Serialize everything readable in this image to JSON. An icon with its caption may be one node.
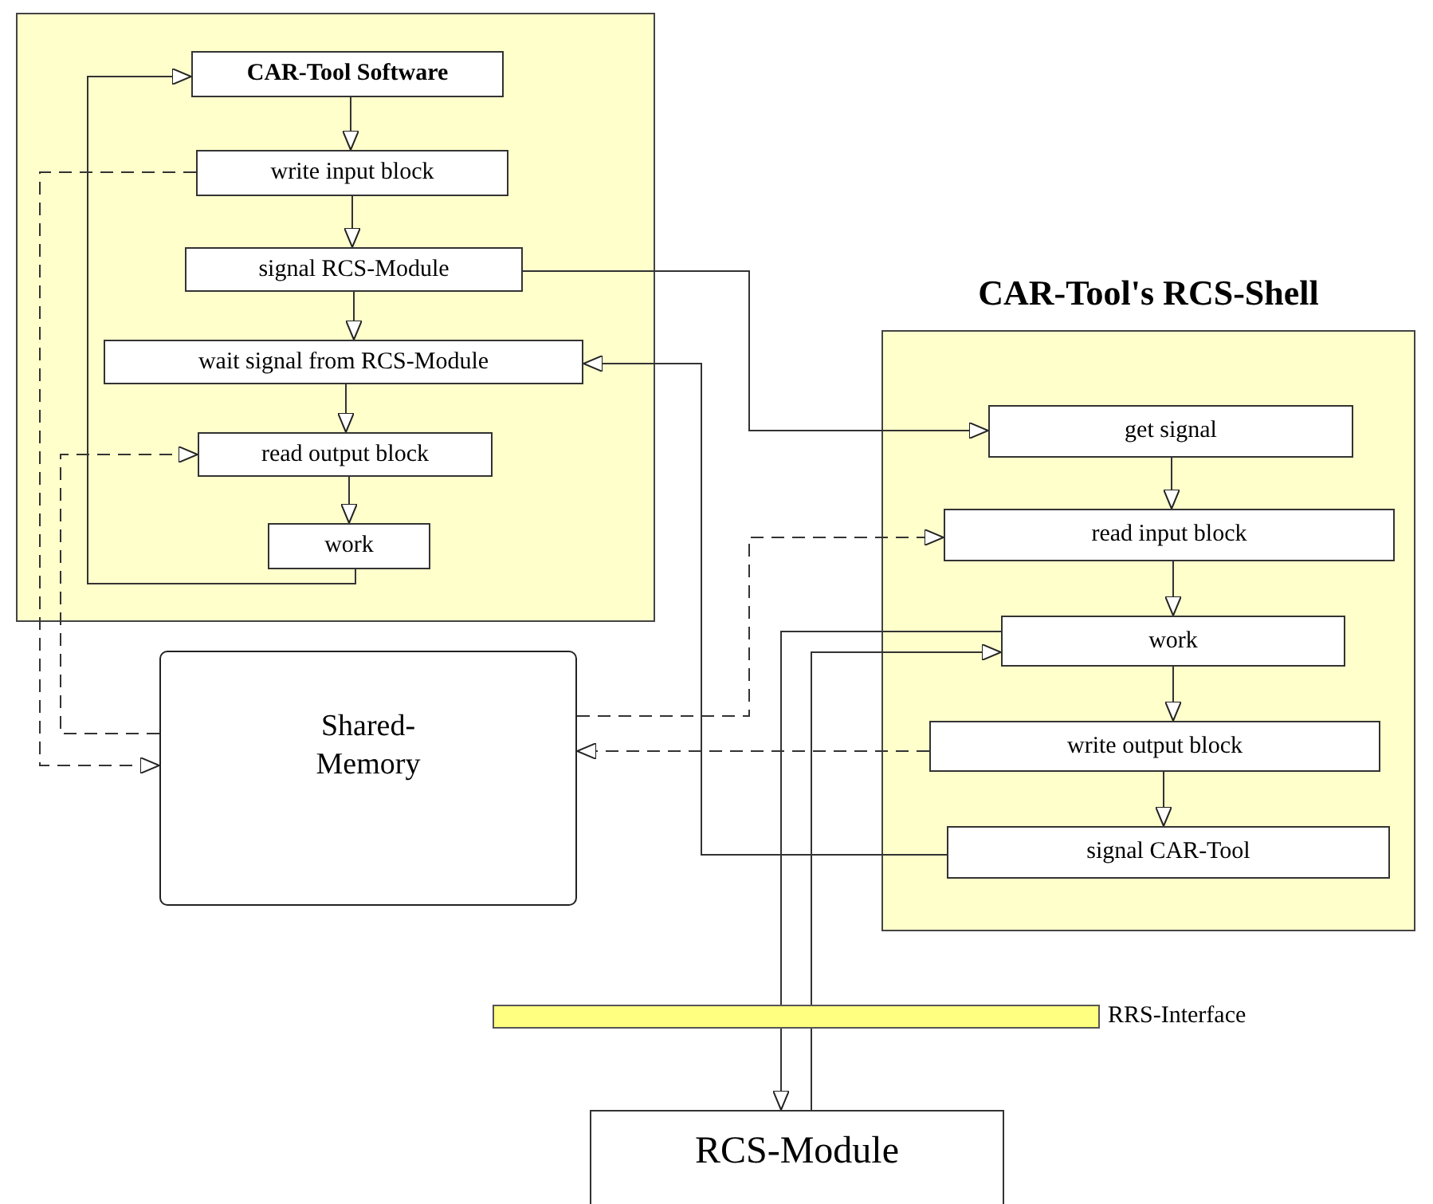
{
  "diagram": {
    "nodes": [
      {
        "text": [],
        "shape": "box"
      },
      {
        "text": [
          "CAR-Tool Software"
        ],
        "in": 0
      },
      {
        "text": [
          "write input block"
        ],
        "in": 0
      },
      {
        "text": [
          "signal RCS-Module"
        ],
        "in": 0
      },
      {
        "text": [
          "wait signal from RCS-Module"
        ],
        "in": 0
      },
      {
        "text": [
          "read output block"
        ],
        "in": 0
      },
      {
        "text": [
          "work"
        ],
        "in": 0
      },
      {
        "text": [
          "CAR-Tool's RCS-Shell"
        ]
      },
      {
        "text": [
          "get signal"
        ],
        "in": 7
      },
      {
        "text": [
          "read input block"
        ],
        "in": 7
      },
      {
        "text": [
          "work"
        ],
        "in": 7
      },
      {
        "text": [
          "write output block"
        ],
        "in": 7
      },
      {
        "text": [
          "signal CAR-Tool"
        ],
        "in": 7
      },
      {
        "text": [
          "Shared- Memory"
        ]
      },
      {
        "text": [],
        "shape": "bar",
        "beside": [
          "RRS-Interface"
        ]
      },
      {
        "text": [
          "RCS-Module"
        ]
      }
    ],
    "edges": [
      {
        "from": 1,
        "to": 2,
        "arrow": "to"
      },
      {
        "from": 2,
        "to": 3,
        "arrow": "to"
      },
      {
        "from": 3,
        "to": 4,
        "arrow": "to"
      },
      {
        "from": 4,
        "to": 5,
        "arrow": "to"
      },
      {
        "from": 5,
        "to": 6,
        "arrow": "to"
      },
      {
        "from": 6,
        "to": 1,
        "arrow": "to"
      },
      {
        "from": 2,
        "to": 13,
        "arrow": "to",
        "style": "dashed"
      },
      {
        "from": 13,
        "to": 5,
        "arrow": "to",
        "style": "dashed"
      },
      {
        "from": 3,
        "to": 8,
        "arrow": "to"
      },
      {
        "from": 12,
        "to": 4,
        "arrow": "to"
      },
      {
        "from": 13,
        "to": 9,
        "arrow": "to",
        "style": "dashed"
      },
      {
        "from": 11,
        "to": 13,
        "arrow": "to",
        "style": "dashed"
      },
      {
        "from": 10,
        "to": 14,
        "arrow": "none"
      },
      {
        "from": 14,
        "to": 15,
        "arrow": "to"
      },
      {
        "from": 15,
        "to": 14,
        "arrow": "none"
      },
      {
        "from": 14,
        "to": 10,
        "arrow": "to"
      },
      {
        "from": 8,
        "to": 9,
        "arrow": "to"
      },
      {
        "from": 9,
        "to": 10,
        "arrow": "to"
      },
      {
        "from": 10,
        "to": 11,
        "arrow": "to"
      },
      {
        "from": 11,
        "to": 12,
        "arrow": "to"
      }
    ]
  }
}
